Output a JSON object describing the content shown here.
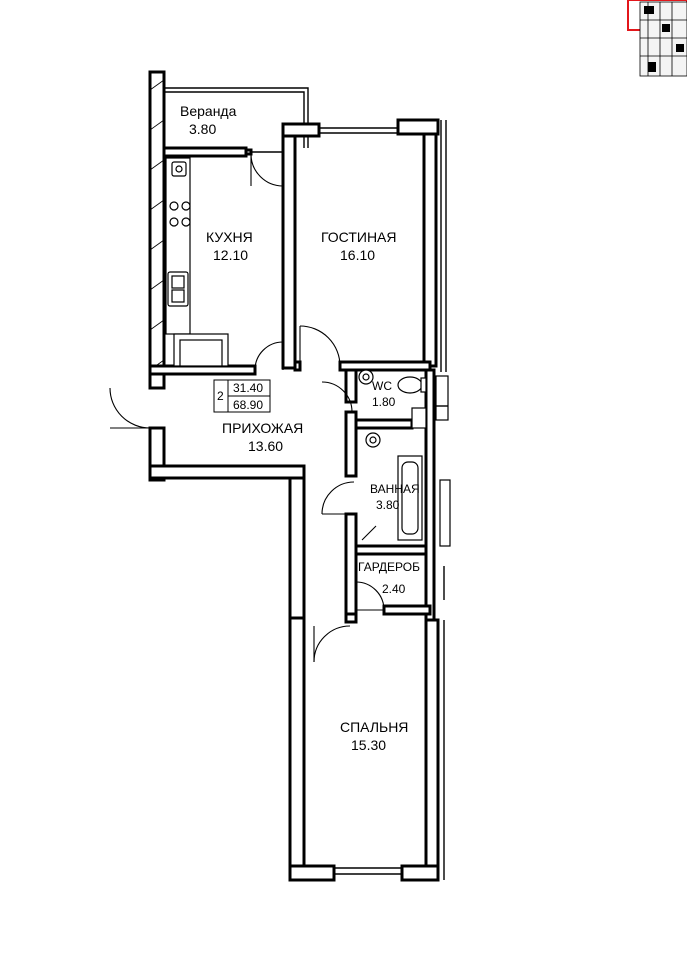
{
  "rooms": {
    "veranda": {
      "name": "Веранда",
      "area": "3.80"
    },
    "kitchen": {
      "name": "КУХНЯ",
      "area": "12.10"
    },
    "living": {
      "name": "ГОСТИНАЯ",
      "area": "16.10"
    },
    "wc": {
      "name": "WC",
      "area": "1.80"
    },
    "hallway": {
      "name": "ПРИХОЖАЯ",
      "area": "13.60"
    },
    "bathroom": {
      "name": "ВАННАЯ",
      "area": "3.80"
    },
    "wardrobe": {
      "name": "ГАРДЕРОБ",
      "area": "2.40"
    },
    "bedroom": {
      "name": "СПАЛЬНЯ",
      "area": "15.30"
    }
  },
  "summary": {
    "room_count": "2",
    "living_area": "31.40",
    "total_area": "68.90"
  },
  "colors": {
    "line": "#000000",
    "background": "#ffffff",
    "highlight": "#e3161b"
  }
}
